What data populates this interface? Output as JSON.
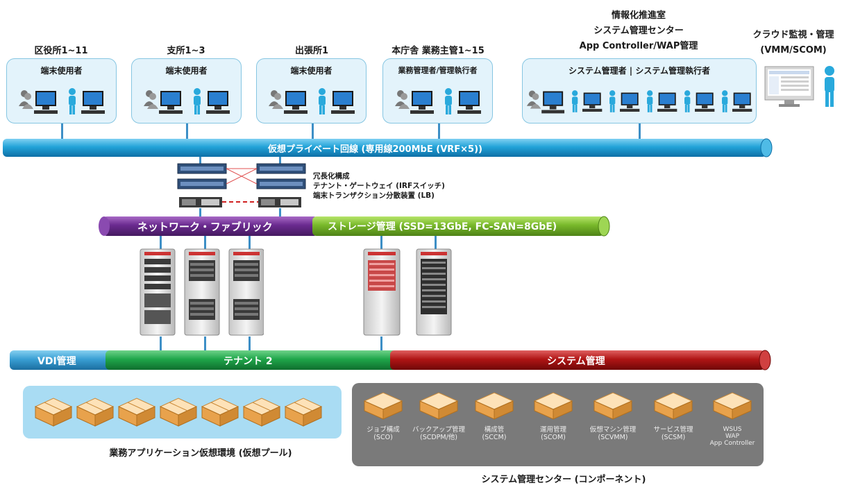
{
  "sites": [
    {
      "title_lines": [
        "区役所1~11"
      ],
      "box_label": "端末使用者"
    },
    {
      "title_lines": [
        "支所1~3"
      ],
      "box_label": "端末使用者"
    },
    {
      "title_lines": [
        "出張所1"
      ],
      "box_label": "端末使用者"
    },
    {
      "title_lines": [
        "本庁舎 業務主管1~15"
      ],
      "box_label": "業務管理者/管理執行者"
    },
    {
      "title_lines": [
        "情報化推進室",
        "システム管理センター",
        "App Controller/WAP管理"
      ],
      "box_label": "システム管理者 | システム管理執行者"
    }
  ],
  "cloud_monitor": {
    "title_lines": [
      "クラウド監視・管理",
      "(VMM/SCOM)"
    ]
  },
  "vpn_label": "仮想プライベート回線 (専用線200MbE (VRF×5))",
  "redundancy_lines": [
    "冗長化構成",
    "テナント・ゲートウェイ (IRFスイッチ)",
    "端末トランザクション分散装置 (LB)"
  ],
  "network_fabric_label": "ネットワーク・ファブリック",
  "storage_label": "ストレージ管理 (SSD=13GbE, FC-SAN=8GbE)",
  "vdi_label": "VDI管理",
  "tenant_label": "テナント 2",
  "system_mgmt_label": "システム管理",
  "vpool_caption": "業務アプリケーション仮想環境 (仮想プール)",
  "components": [
    {
      "lines": [
        "ジョブ構成",
        "(SCO)"
      ]
    },
    {
      "lines": [
        "バックアップ管理",
        "(SCDPM/他)"
      ]
    },
    {
      "lines": [
        "構成管",
        "(SCCM)"
      ]
    },
    {
      "lines": [
        "運用管理",
        "(SCOM)"
      ]
    },
    {
      "lines": [
        "仮想マシン管理",
        "(SCVMM)"
      ]
    },
    {
      "lines": [
        "サービス管理",
        "(SCSM)"
      ]
    },
    {
      "lines": [
        "WSUS",
        "WAP",
        "App Controller"
      ]
    }
  ],
  "components_caption": "システム管理センター (コンポーネント)",
  "colors": {
    "vpn_pipe": "#22a3d8",
    "network_fabric": "#6a2a8f",
    "storage": "#78b82a",
    "vdi": "#3a9fd4",
    "tenant": "#1fa64a",
    "system_mgmt": "#b01515",
    "user_icon": "#29a9dc",
    "component_box": "#f2b66a"
  }
}
